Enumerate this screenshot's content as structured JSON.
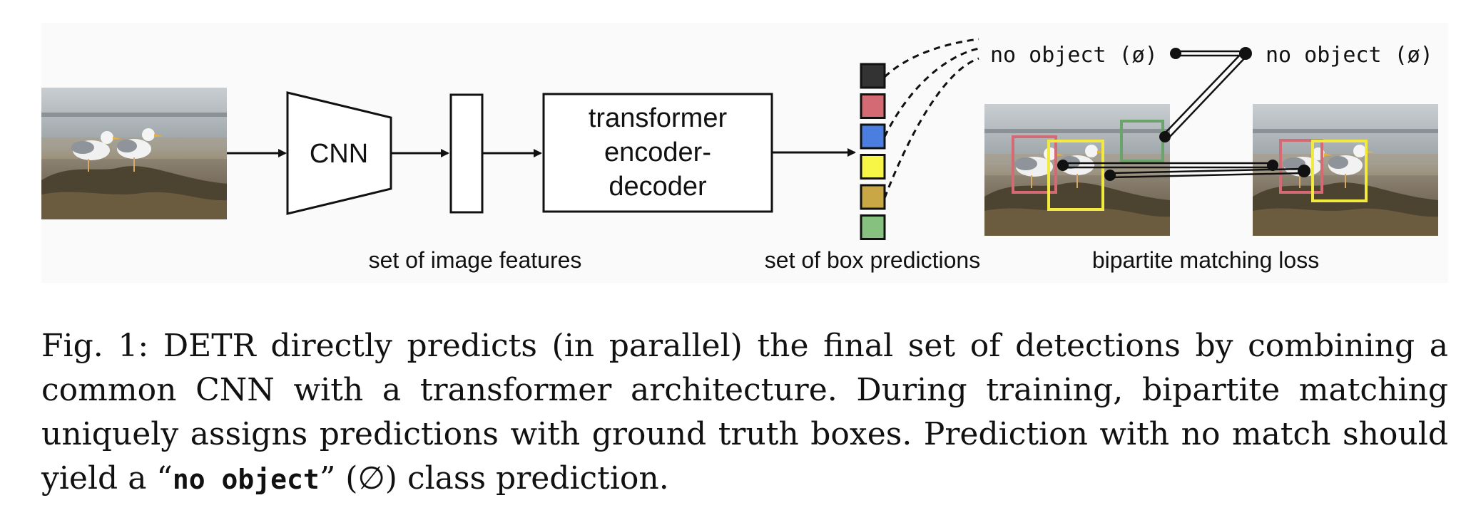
{
  "figure": {
    "cnn_label": "CNN",
    "transformer_label_lines": [
      "transformer",
      "encoder-",
      "decoder"
    ],
    "image_features_label": "set of image features",
    "box_predictions_label": "set of box predictions",
    "matching_loss_label": "bipartite matching loss",
    "no_object_left": "no object (ø)",
    "no_object_right": "no object (ø)",
    "prediction_colors": [
      "#333333",
      "#d36a74",
      "#4a7fe0",
      "#f7f545",
      "#c9a745",
      "#86c17f"
    ],
    "gt_box_colors": {
      "red": "#d36a74",
      "yellow": "#f2ea40",
      "green": "#6aa46a"
    }
  },
  "caption": {
    "prefix": "Fig. 1: DETR directly predicts (in parallel) the final set of detections by combining a common CNN with a transformer architecture. During training, bipartite matching uniquely assigns predictions with ground truth boxes. Prediction with no match should yield a “",
    "code": "no object",
    "suffix": "” (∅) class prediction."
  }
}
